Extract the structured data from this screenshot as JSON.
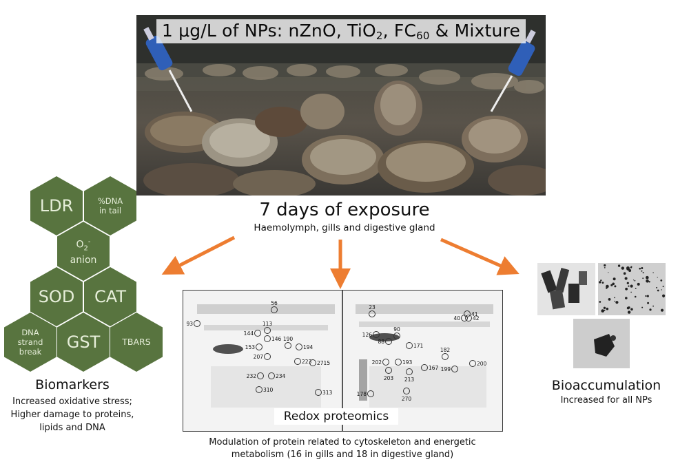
{
  "photo": {
    "title_prefix": "1 μg/L of NPs: nZnO, TiO",
    "title_sub1": "2",
    "title_mid": ", FC",
    "title_sub2": "60",
    "title_suffix": " & Mixture"
  },
  "exposure": {
    "title": "7 days of exposure",
    "subtitle": "Haemolymph, gills and digestive gland"
  },
  "biomarkers": {
    "hexes": {
      "ldr": "LDR",
      "dna_tail_1": "%DNA",
      "dna_tail_2": "in tail",
      "o2_main": "O",
      "o2_sub": "2",
      "o2_sup": "-",
      "o2_anion": "anion",
      "sod": "SOD",
      "cat": "CAT",
      "dna_break_1": "DNA",
      "dna_break_2": "strand",
      "dna_break_3": "break",
      "gst": "GST",
      "tbars": "TBARS"
    },
    "title": "Biomarkers",
    "lines": [
      "Increased oxidative stress;",
      "Higher damage to proteins,",
      "lipids and DNA"
    ]
  },
  "proteomics": {
    "label": "Redox proteomics",
    "caption_lines": [
      "Modulation of protein related to cytoskeleton and energetic",
      "metabolism (16 in gills and 18 in digestive gland)"
    ],
    "gel_left_spots": [
      "56",
      "93",
      "113",
      "144",
      "146",
      "153",
      "190",
      "194",
      "207",
      "223",
      "2715",
      "232",
      "234",
      "310",
      "313"
    ],
    "gel_right_spots": [
      "23",
      "41",
      "40",
      "42",
      "126",
      "90",
      "88",
      "171",
      "182",
      "200",
      "202",
      "193",
      "167",
      "199",
      "203",
      "213",
      "178",
      "270"
    ]
  },
  "bioaccumulation": {
    "title": "Bioaccumulation",
    "subtitle": "Increased for all NPs"
  },
  "colors": {
    "hex_green": "#58743f",
    "hex_text": "#e6eed9",
    "arrow_orange": "#ed7d31"
  }
}
